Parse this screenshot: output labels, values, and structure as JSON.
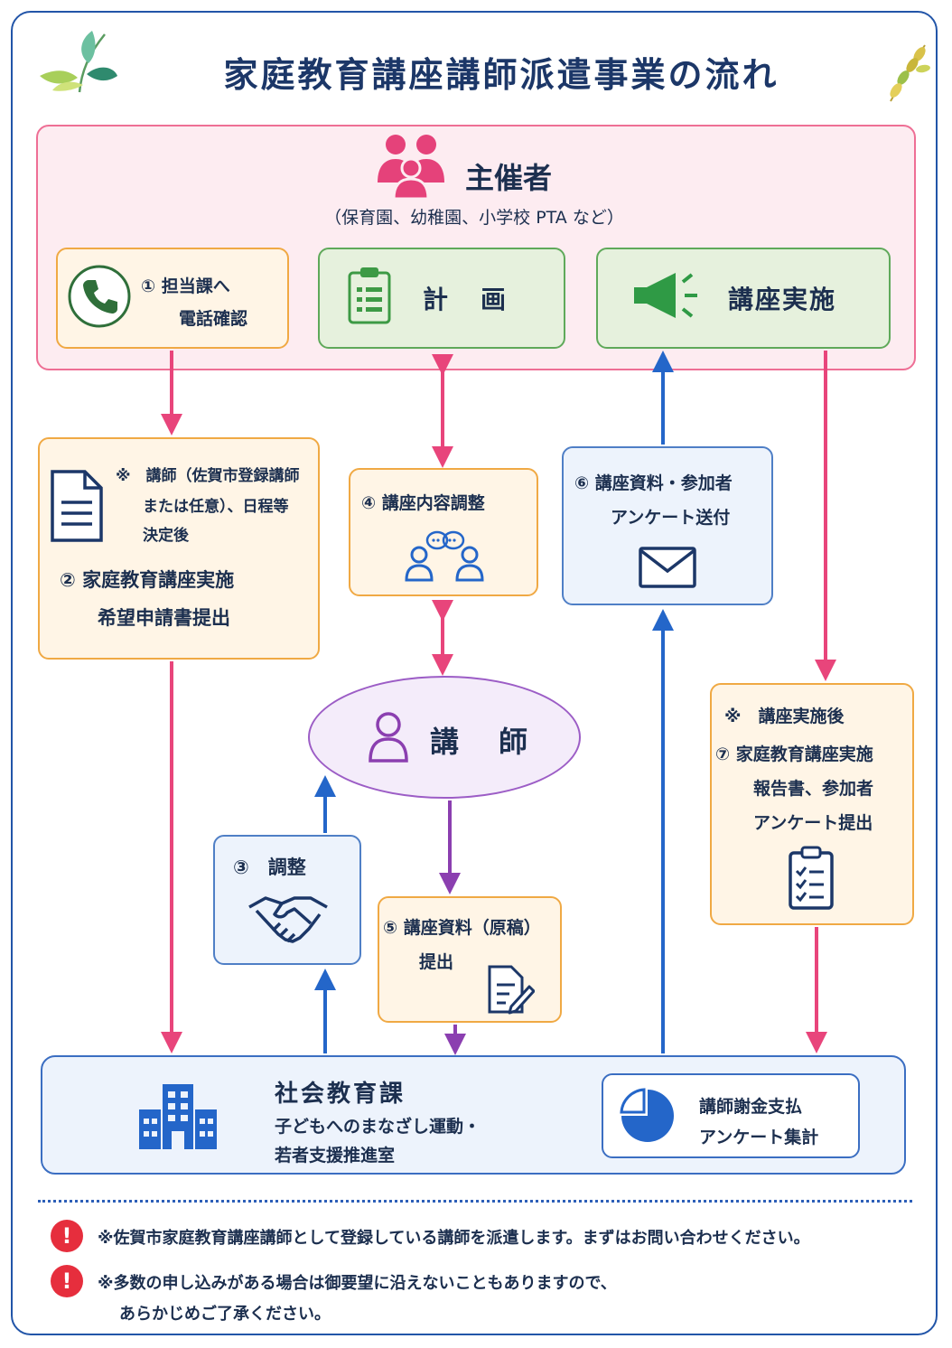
{
  "title": "家庭教育講座講師派遣事業の流れ",
  "organizer": {
    "title": "主催者",
    "subtitle": "（保育園、幼稚園、小学校 PTA など）",
    "step1_line1": "① 担当課へ",
    "step1_line2": "電話確認",
    "plan": "計　画",
    "implementation": "講座実施"
  },
  "step2": {
    "note1": "※　講師（佐賀市登録講師",
    "note2": "または任意）、日程等",
    "note3": "決定後",
    "line1": "② 家庭教育講座実施",
    "line2": "希望申請書提出"
  },
  "step4": {
    "label": "④ 講座内容調整"
  },
  "step6": {
    "line1": "⑥ 講座資料・参加者",
    "line2": "アンケート送付"
  },
  "instructor": {
    "label": "講　師"
  },
  "step3": {
    "label": "③　調整"
  },
  "step5": {
    "line1": "⑤ 講座資料（原稿）",
    "line2": "提出"
  },
  "step7": {
    "note": "※　講座実施後",
    "line1": "⑦ 家庭教育講座実施",
    "line2": "報告書、参加者",
    "line3": "アンケート提出"
  },
  "bottom": {
    "title": "社会教育課",
    "sub1": "子どもへのまなざし運動・",
    "sub2": "若者支援推進室",
    "inner1": "講師謝金支払",
    "inner2": "アンケート集計"
  },
  "notes": {
    "note1": "※佐賀市家庭教育講座講師として登録している講師を派遣します。まずはお問い合わせください。",
    "note2_line1": "※多数の申し込みがある場合は御要望に沿えないこともありますので、",
    "note2_line2": "あらかじめご了承ください。",
    "warn_symbol": "!"
  },
  "colors": {
    "pink": "#e8457b",
    "blue": "#2466c9",
    "purple": "#8b3fb0",
    "green": "#3d9a45",
    "navy": "#1c3768"
  }
}
